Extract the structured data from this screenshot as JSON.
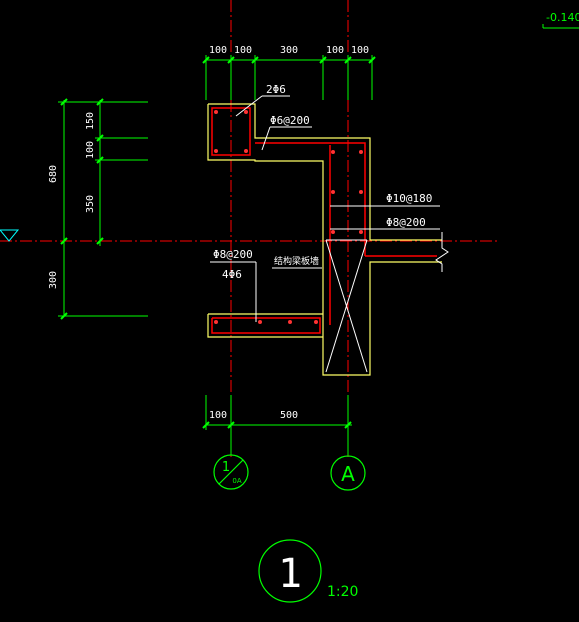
{
  "elevation_mark": "-0.140",
  "top_dims": [
    "100",
    "100",
    "300",
    "100",
    "100"
  ],
  "bottom_dims": [
    "100",
    "500"
  ],
  "left_dims": {
    "total": "680",
    "segments": [
      "150",
      "100",
      "350"
    ],
    "lower": "300"
  },
  "rebar_labels": {
    "top_bars": "2Φ6",
    "top_stirrup": "Φ6@200",
    "wall_vertical": "Φ10@180",
    "wall_horizontal": "Φ8@200",
    "bottom_stirrup": "Φ8@200",
    "bottom_bars": "4Φ6",
    "note": "结构梁板墙"
  },
  "axis_bubbles": {
    "left_top": "1",
    "left_bottom": "0A",
    "right": "A"
  },
  "detail": {
    "number": "1",
    "scale": "1:20"
  },
  "colors": {
    "background": "#000000",
    "axis_red": "#ff0000",
    "dim_green": "#00ff00",
    "outline_yellow": "#ffff66",
    "text_white": "#ffffff"
  }
}
